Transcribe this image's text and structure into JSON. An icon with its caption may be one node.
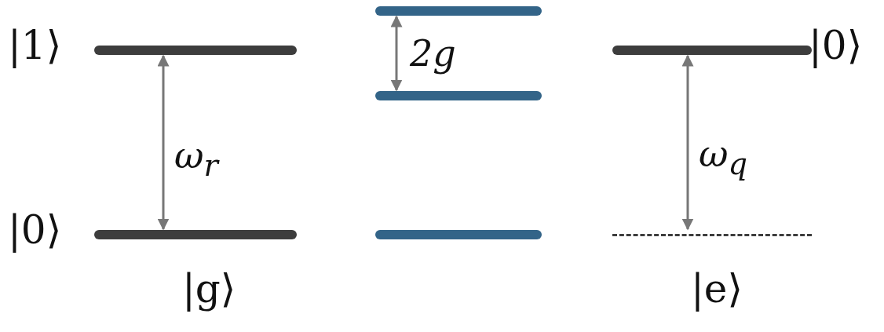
{
  "diagram": {
    "nodes": [
      {
        "text": [],
        "shape": "bar",
        "beside": [
          "|1⟩"
        ]
      },
      {
        "text": [],
        "shape": "bar",
        "beside": [
          "|0⟩"
        ]
      },
      {
        "text": [],
        "shape": "bar"
      },
      {
        "text": [],
        "shape": "bar"
      },
      {
        "text": [],
        "shape": "bar"
      },
      {
        "text": [],
        "shape": "bar",
        "beside": [
          "|0⟩"
        ]
      },
      {
        "text": [],
        "shape": "bar"
      }
    ],
    "edges": [
      {
        "from": 0,
        "to": 1,
        "arrow": "both",
        "label": "ω$_{r}$"
      },
      {
        "from": 2,
        "to": 3,
        "arrow": "both",
        "label": "2g"
      },
      {
        "from": 5,
        "to": 6,
        "arrow": "both",
        "label": "ω$_{q}$"
      }
    ],
    "labels": [
      "|g⟩",
      "|e⟩"
    ]
  }
}
